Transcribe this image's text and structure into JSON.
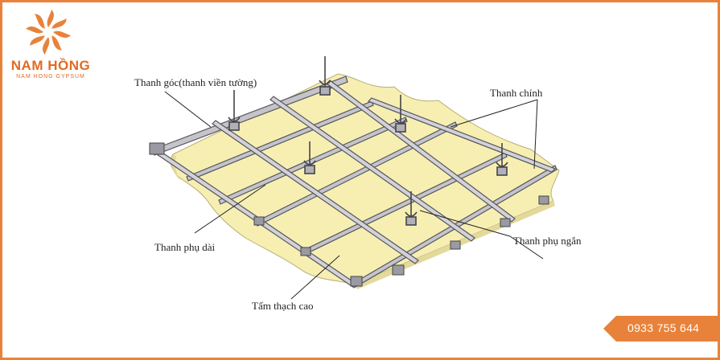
{
  "brand": {
    "name": "NAM HỒNG",
    "tagline": "NAM HONG GYPSUM",
    "color": "#e06a22",
    "logo_icon": "pinwheel-flower-icon"
  },
  "diagram": {
    "labels": {
      "edge_bar": "Thanh góc(thanh viền tường)",
      "main_bar": "Thanh chính",
      "long_cross_bar": "Thanh phụ dài",
      "short_cross_bar": "Thanh phụ ngắn",
      "gypsum_board": "Tấm thạch cao"
    },
    "colors": {
      "board": "#f7efb2",
      "frame": "#b9b9bf",
      "frame_edge": "#55555c",
      "leader": "#222222"
    }
  },
  "contact": {
    "phone": "0933 755 644",
    "badge_color": "#e8823a"
  }
}
